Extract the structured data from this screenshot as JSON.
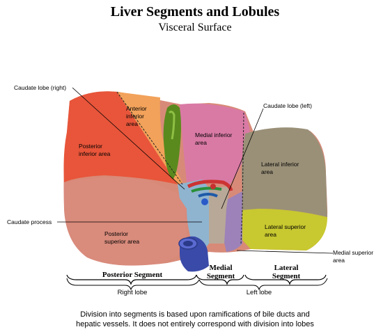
{
  "title": "Liver Segments and Lobules",
  "subtitle": "Visceral Surface",
  "labels": {
    "caudate_lobe_right": "Caudate lobe (right)",
    "caudate_lobe_left": "Caudate lobe (left)",
    "caudate_process": "Caudate process",
    "medial_superior_area": "Medial superior area",
    "anterior_inferior_area": "Anterior inferior area",
    "posterior_inferior_area": "Posterior inferior area",
    "medial_inferior_area": "Medial inferior area",
    "lateral_inferior_area": "Lateral inferior area",
    "posterior_superior_area": "Posterior superior area",
    "lateral_superior_area": "Lateral superior area"
  },
  "segments": {
    "posterior": "Posterior Segment",
    "medial_1": "Medial",
    "medial_2": "Segment",
    "lateral_1": "Lateral",
    "lateral_2": "Segment"
  },
  "lobes": {
    "right": "Right lobe",
    "left": "Left lobe"
  },
  "caption": {
    "line1": "Division into segments is based upon ramifications of bile ducts and",
    "line2": "hepatic vessels. It does not entirely correspond with division into lobes"
  },
  "colors": {
    "posterior_inferior": "#e8553a",
    "anterior_inferior": "#f2a25a",
    "posterior_superior": "#d88a78",
    "medial_inferior": "#d97aa5",
    "caudate": "#9fc0d8",
    "lateral_inferior": "#9a9078",
    "lateral_superior": "#c8c830",
    "medial_superior": "#9c82b8",
    "gallbladder": "#5a8a1e",
    "ivc": "#3a4aa8"
  }
}
